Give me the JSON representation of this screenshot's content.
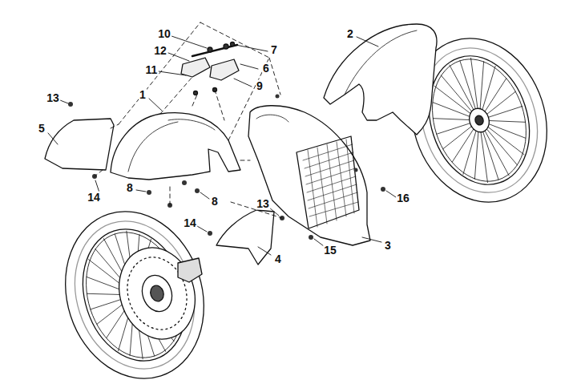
{
  "diagram": {
    "labels": [
      "10",
      "2",
      "7",
      "12",
      "6",
      "11",
      "9",
      "1",
      "13",
      "5",
      "8",
      "14",
      "16",
      "8",
      "13",
      "14",
      "3",
      "15",
      "4"
    ]
  }
}
